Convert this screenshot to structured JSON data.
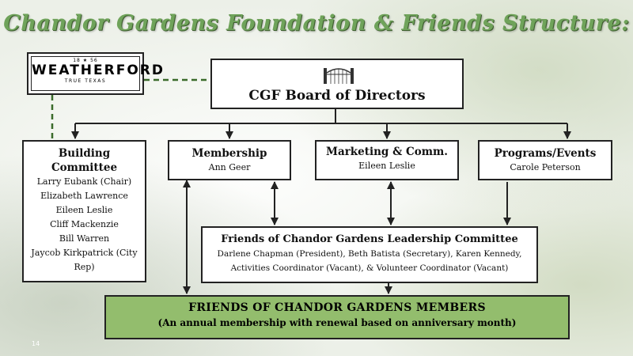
{
  "title": "Chandor Gardens Foundation & Friends Structure:",
  "logo": {
    "year_left": "18",
    "year_right": "56",
    "city": "WEATHERFORD",
    "tagline": "TRUE TEXAS"
  },
  "board": {
    "title": "CGF Board of Directors"
  },
  "committees": {
    "building": {
      "title": "Building Committee",
      "members": [
        "Larry Eubank (Chair)",
        "Elizabeth Lawrence",
        "Eileen Leslie",
        "Cliff Mackenzie",
        "Bill Warren",
        "Jaycob Kirkpatrick (City Rep)"
      ]
    },
    "membership": {
      "title": "Membership",
      "lead": "Ann Geer"
    },
    "marketing": {
      "title": "Marketing & Comm.",
      "lead": "Eileen Leslie"
    },
    "programs": {
      "title": "Programs/Events",
      "lead": "Carole Peterson"
    }
  },
  "friends_leadership": {
    "title": "Friends of Chandor Gardens Leadership Committee",
    "line1": "Darlene Chapman (President), Beth Batista (Secretary), Karen Kennedy,",
    "line2": "Activities Coordinator (Vacant), & Volunteer Coordinator (Vacant)"
  },
  "members": {
    "title": "FRIENDS OF CHANDOR GARDENS MEMBERS",
    "subtitle": "(An annual membership with renewal based on anniversary month)"
  },
  "page_number": "14",
  "colors": {
    "title_green": "#6fa35a",
    "members_fill": "#93bd6d",
    "dashed_link": "#3a6b2a"
  }
}
